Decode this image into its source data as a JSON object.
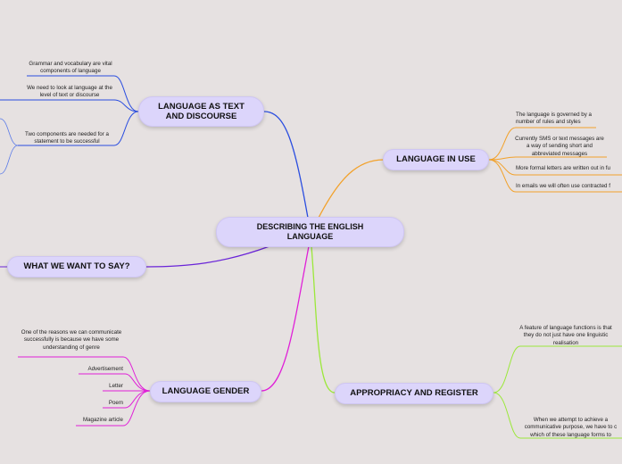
{
  "central": {
    "label": "DESCRIBING THE ENGLISH LANGUAGE"
  },
  "branches": {
    "text_discourse": {
      "label": "LANGUAGE AS TEXT AND DISCOURSE",
      "color": "#2a4de0",
      "leaves": [
        "Grammar and vocabulary are vital components of language",
        "We need to look at language at the level of text or discourse",
        "Two components are needed for a statement to be successful"
      ]
    },
    "in_use": {
      "label": "LANGUAGE IN USE",
      "color": "#f2a12a",
      "leaves": [
        "The language is governed by a number of rules and styles",
        "Currently SMS or text messages are a way of sending short and abbreviated messages",
        "More formal letters are written out in fu",
        "In emails we will often use contracted f"
      ]
    },
    "want_to_say": {
      "label": "WHAT WE WANT TO SAY?",
      "color": "#6a24d8"
    },
    "gender": {
      "label": "LANGUAGE GENDER",
      "color": "#e020d8",
      "leaves": [
        "One of the reasons we can communicate successfully is because we have some understanding of genre",
        "Advertisement",
        "Letter",
        "Poem",
        "Magazine article"
      ]
    },
    "register": {
      "label": "APPROPRIACY AND REGISTER",
      "color": "#9be83a",
      "leaves": [
        "A feature of language functions is that they do not just have one linguistic realisation",
        "When we attempt to achieve a communicative purpose, we have to c which of these language forms to"
      ]
    }
  }
}
